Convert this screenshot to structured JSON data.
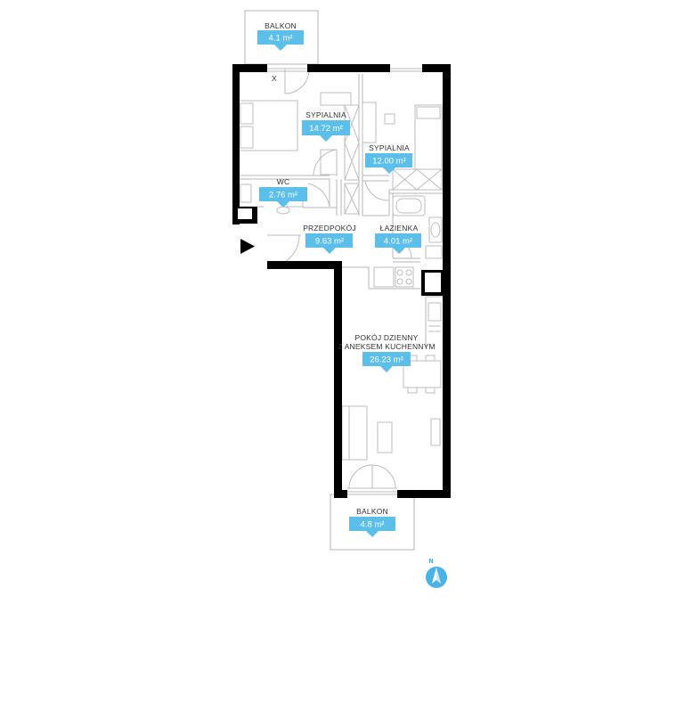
{
  "colors": {
    "wall": "#000000",
    "accent": "#5bbfea",
    "thin": "#b4b4b4",
    "label": "#333333"
  },
  "rooms": {
    "balcony_top": {
      "name": "BALKON",
      "area": "4.1 m²"
    },
    "bedroom1": {
      "name": "SYPIALNIA",
      "area": "14.72 m²"
    },
    "bedroom2": {
      "name": "SYPIALNIA",
      "area": "12.00 m²"
    },
    "wc": {
      "name": "WC",
      "area": "2.76 m²"
    },
    "hall": {
      "name": "PRZEDPOKÓJ",
      "area": "9.63 m²"
    },
    "bathroom": {
      "name": "ŁAZIENKA",
      "area": "4.01 m²"
    },
    "living": {
      "name_line1": "POKÓJ DZIENNY",
      "name_line2": "Z ANEKSEM KUCHENNYM",
      "area": "26.23 m²"
    },
    "balcony_bottom": {
      "name": "BALKON",
      "area": "4.8 m²"
    }
  },
  "markers": {
    "window_mark": "X",
    "entrance_icon": "entrance-arrow-icon",
    "compass_label": "N",
    "compass_icon": "compass-icon"
  }
}
